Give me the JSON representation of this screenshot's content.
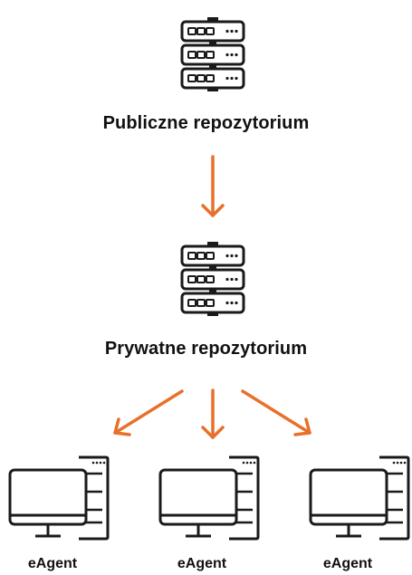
{
  "public_repo": {
    "label": "Publiczne repozytorium",
    "icon": "server-icon"
  },
  "private_repo": {
    "label": "Prywatne repozytorium",
    "icon": "server-icon"
  },
  "agents": [
    {
      "label": "eAgent",
      "icon": "desktop-computer-icon"
    },
    {
      "label": "eAgent",
      "icon": "desktop-computer-icon"
    },
    {
      "label": "eAgent",
      "icon": "desktop-computer-icon"
    }
  ],
  "colors": {
    "arrow": "#e8702a",
    "icon_stroke": "#1a1a1a"
  }
}
